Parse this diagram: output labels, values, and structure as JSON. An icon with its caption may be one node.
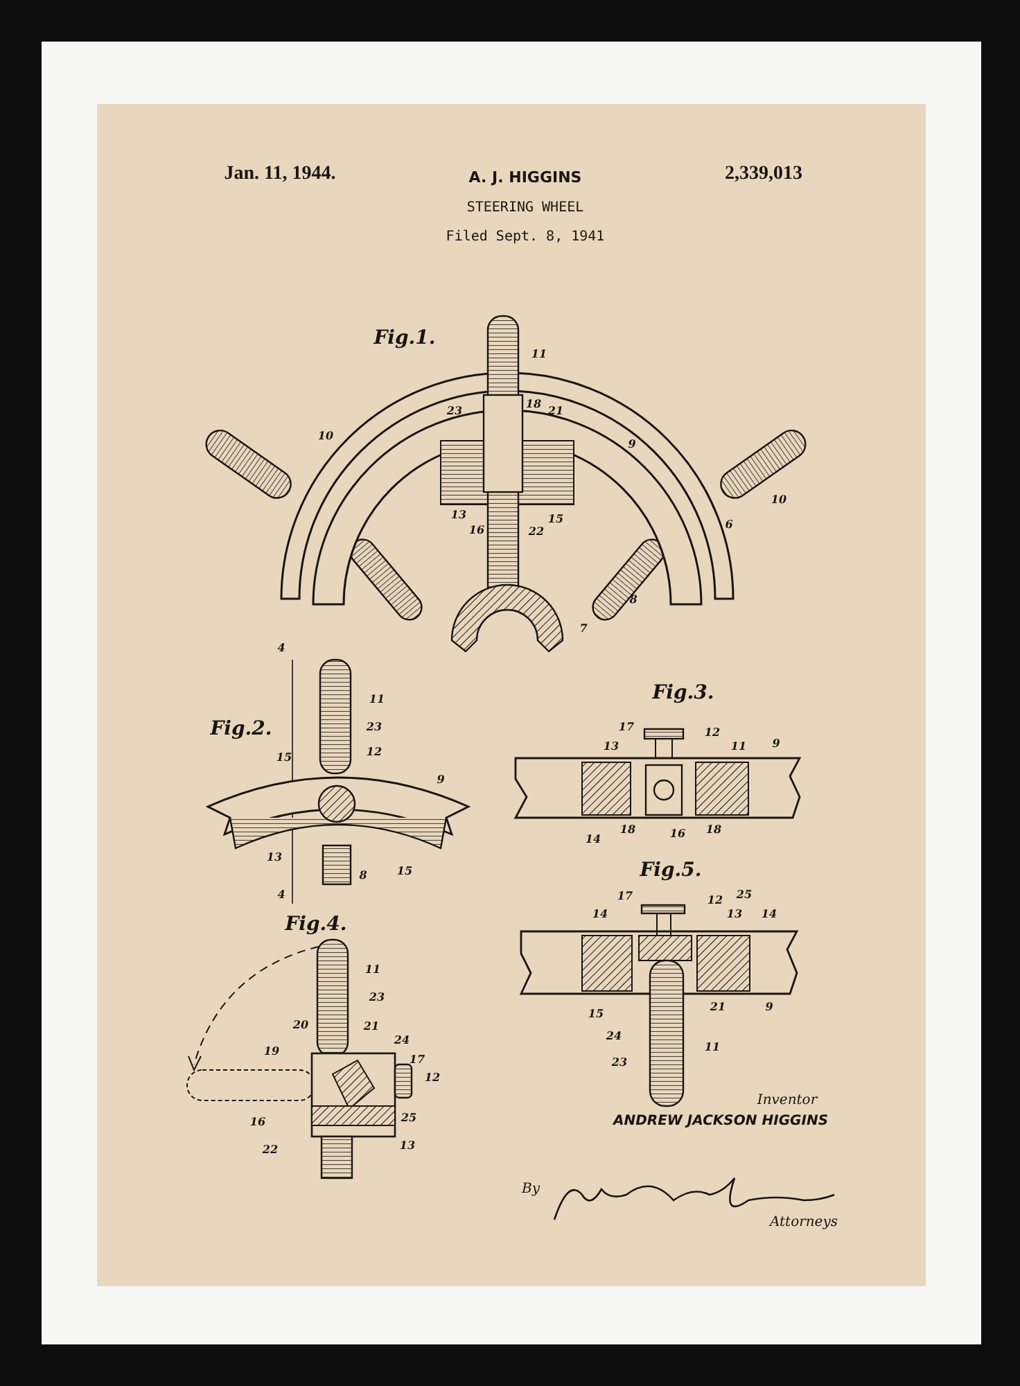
{
  "diagram": {
    "title": "STEERING WHEEL",
    "labels": [
      "Jan. 11, 1944.",
      "A. J. HIGGINS",
      "2,339,013",
      "Filed Sept. 8, 1941",
      "Fig.1.",
      "11",
      "23",
      "18",
      "21",
      "10",
      "9",
      "10",
      "13",
      "16",
      "22",
      "15",
      "6",
      "8",
      "7",
      "Fig.2.",
      "4",
      "11",
      "23",
      "12",
      "15",
      "9",
      "13",
      "8",
      "15",
      "4",
      "Fig.3.",
      "17",
      "12",
      "13",
      "11",
      "9",
      "14",
      "18",
      "16",
      "18",
      "Fig.5.",
      "17",
      "12",
      "25",
      "14",
      "13",
      "14",
      "15",
      "21",
      "9",
      "24",
      "23",
      "11",
      "Fig.4.",
      "11",
      "23",
      "20",
      "21",
      "24",
      "19",
      "17",
      "12",
      "16",
      "25",
      "22",
      "13",
      "Inventor",
      "ANDREW JACKSON HIGGINS",
      "By",
      "Attorneys"
    ]
  }
}
